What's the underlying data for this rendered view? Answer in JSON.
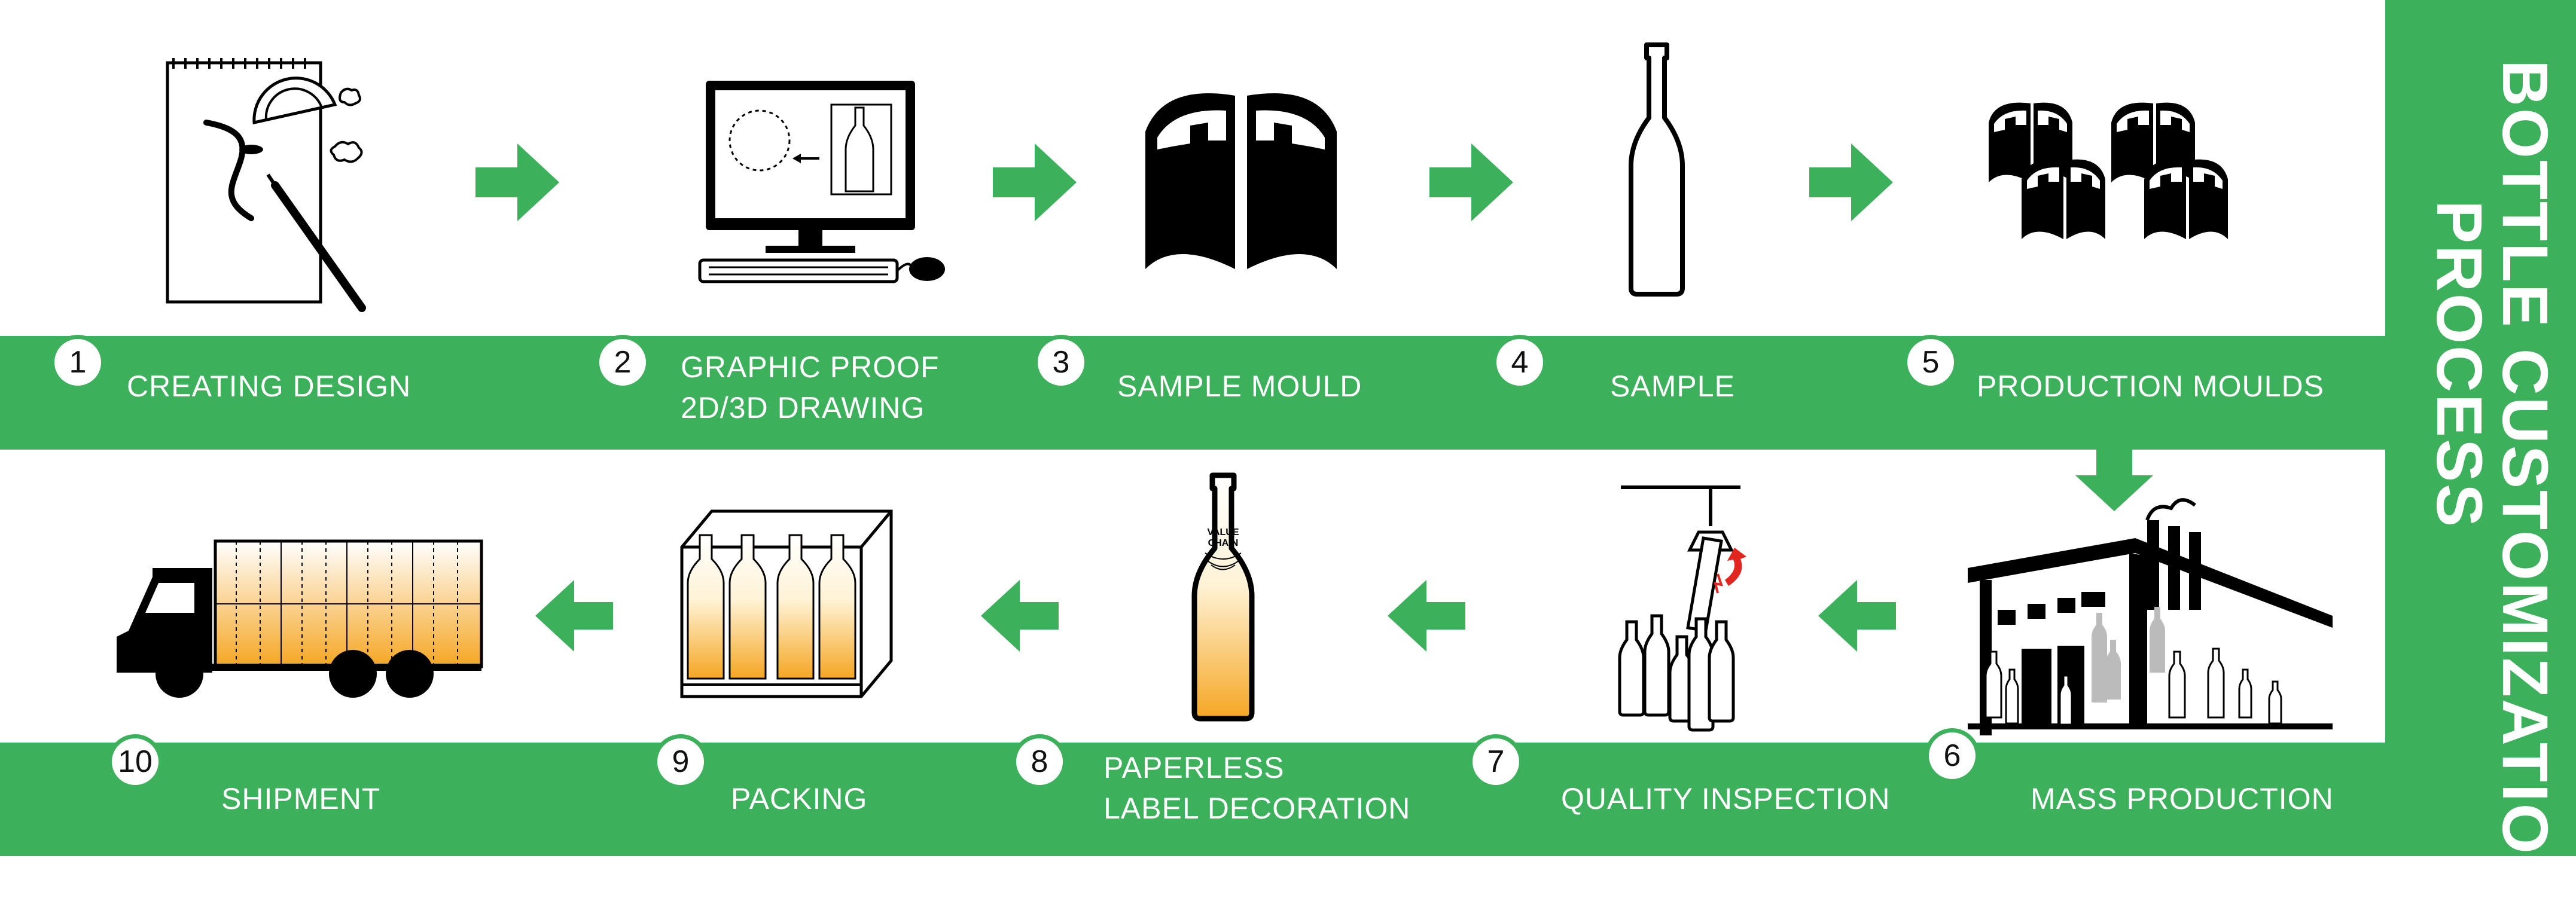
{
  "title": {
    "line1": "BOTTLE CUSTOMIZATION",
    "line2": "PROCESS"
  },
  "colors": {
    "accent_green": "#3cb05b",
    "background": "#ffffff",
    "ink": "#000000",
    "liquid_orange": "#f5a623"
  },
  "steps": [
    {
      "number": "1",
      "label_line1": "CREATING DESIGN",
      "label_line2": "",
      "icon": "sketch-pad-icon"
    },
    {
      "number": "2",
      "label_line1": "GRAPHIC PROOF",
      "label_line2": "2D/3D DRAWING",
      "icon": "computer-icon"
    },
    {
      "number": "3",
      "label_line1": "SAMPLE MOULD",
      "label_line2": "",
      "icon": "mould-icon"
    },
    {
      "number": "4",
      "label_line1": "SAMPLE",
      "label_line2": "",
      "icon": "bottle-outline-icon"
    },
    {
      "number": "5",
      "label_line1": "PRODUCTION MOULDS",
      "label_line2": "",
      "icon": "moulds-icon"
    },
    {
      "number": "6",
      "label_line1": "MASS PRODUCTION",
      "label_line2": "",
      "icon": "factory-icon"
    },
    {
      "number": "7",
      "label_line1": "QUALITY INSPECTION",
      "label_line2": "",
      "icon": "inspection-icon"
    },
    {
      "number": "8",
      "label_line1": "PAPERLESS",
      "label_line2": "LABEL DECORATION",
      "icon": "decorated-bottle-icon"
    },
    {
      "number": "9",
      "label_line1": "PACKING",
      "label_line2": "",
      "icon": "packing-box-icon"
    },
    {
      "number": "10",
      "label_line1": "SHIPMENT",
      "label_line2": "",
      "icon": "truck-icon"
    }
  ],
  "bottle_label": {
    "line1": "VALUE",
    "line2": "CHAIN"
  }
}
